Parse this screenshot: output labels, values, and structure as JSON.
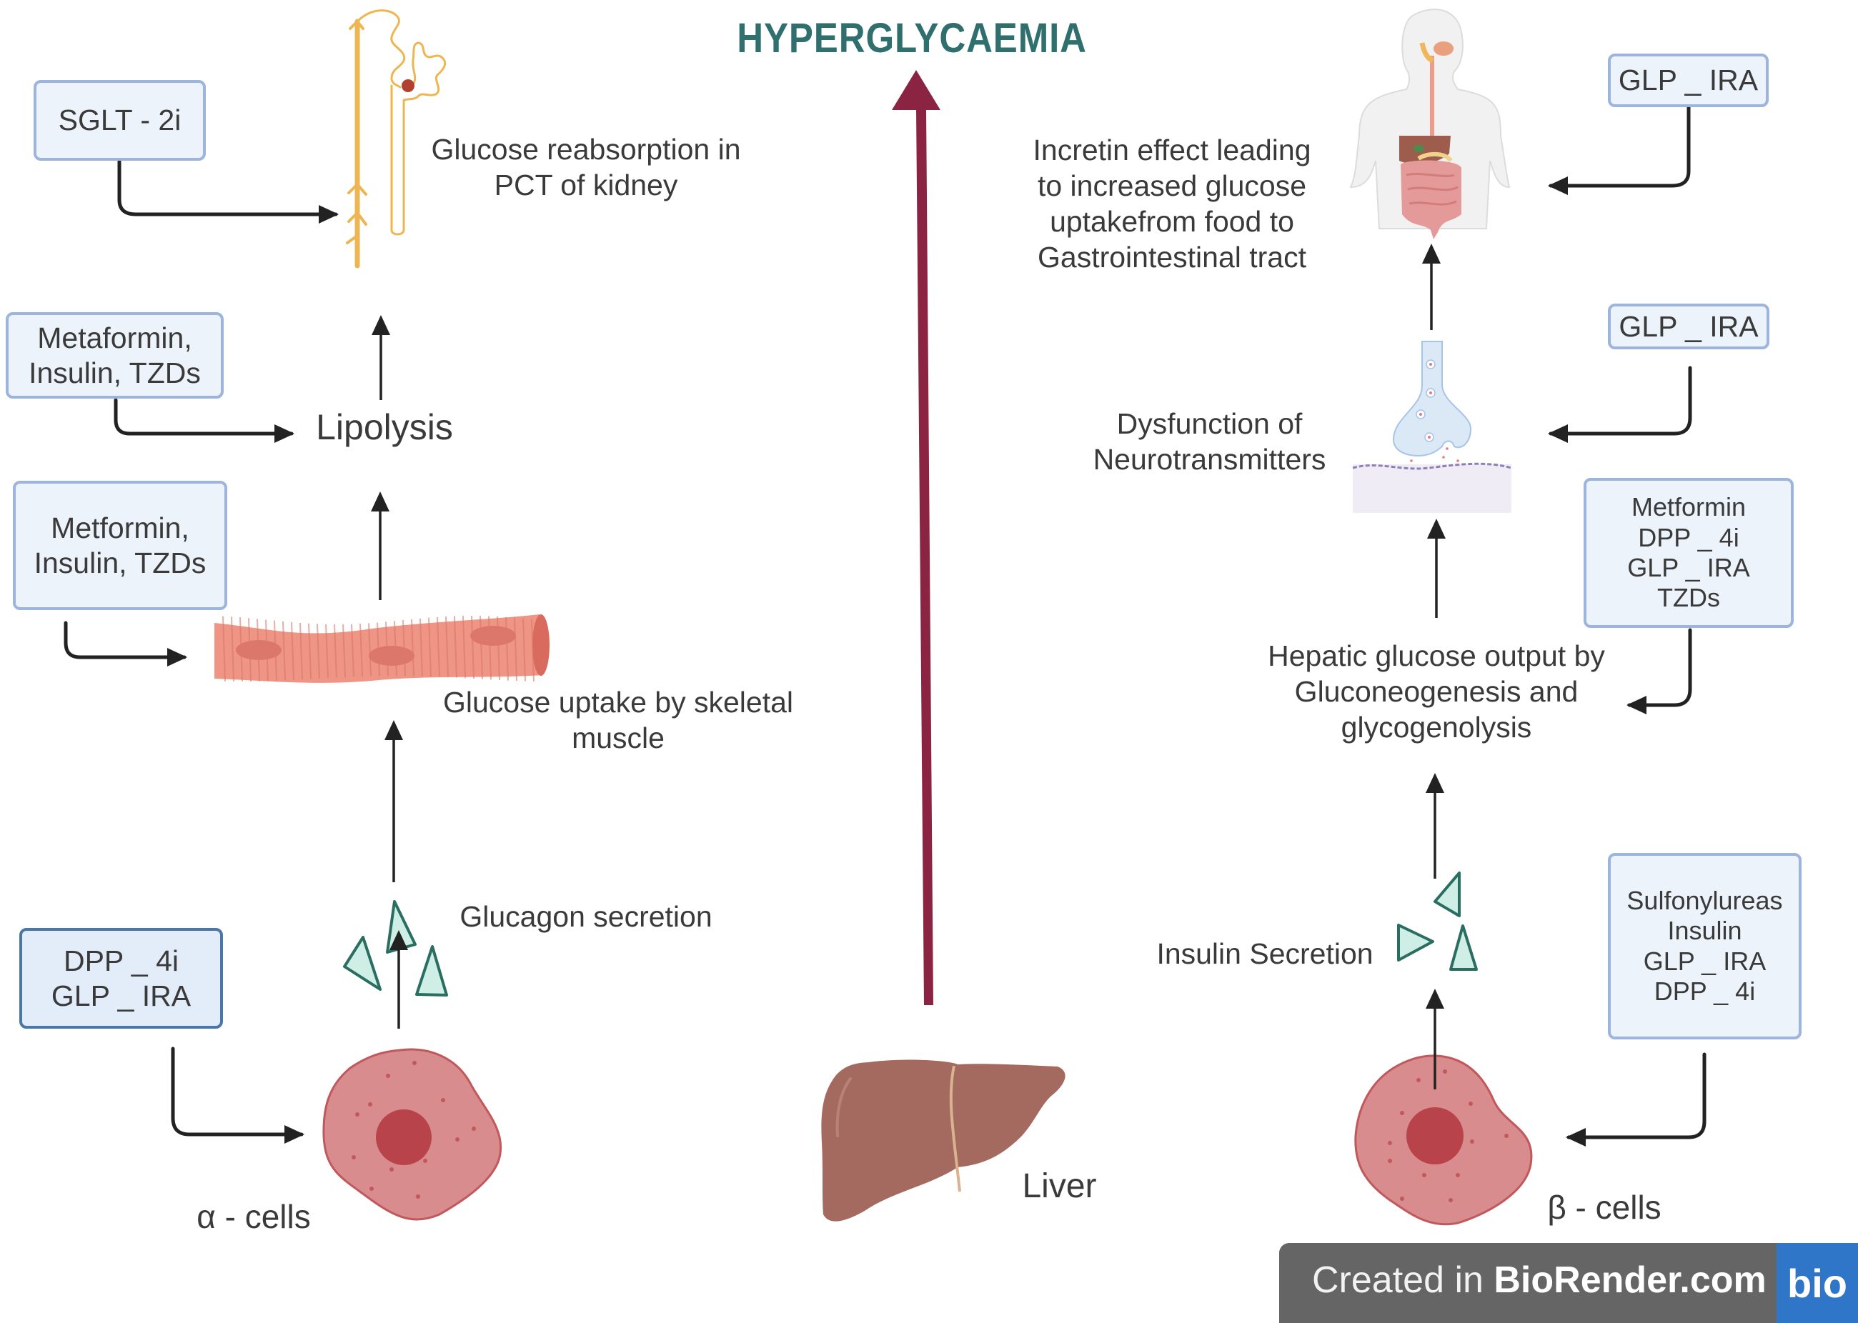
{
  "title": "HYPERGLYCAEMIA",
  "colors": {
    "title": "#2f6f6d",
    "main_arrow": "#8b2342",
    "box_fill": "#edf3fb",
    "box_border": "#9db4dd",
    "cell_fill": "#d9898c",
    "cell_nucleus": "#b8434a",
    "muscle": "#ee9585",
    "liver": "#a46a5f",
    "hormone": "#2a6e62",
    "nephron": "#edb652",
    "banner_bg": "#656565",
    "banner_logo": "#2f75c8"
  },
  "left_column": {
    "kidney": {
      "icon": "kidney-nephron-icon",
      "label": "Glucose reabsorption in\nPCT of kidney",
      "drug_box": [
        "SGLT - 2i"
      ]
    },
    "lipolysis": {
      "label": "Lipolysis",
      "drug_box": [
        "Metaformin,",
        "Insulin, TZDs"
      ]
    },
    "muscle": {
      "icon": "skeletal-muscle-fiber-icon",
      "label": "Glucose uptake by skeletal\nmuscle",
      "drug_box": [
        "Metformin,",
        "Insulin, TZDs"
      ]
    },
    "glucagon": {
      "icon": "glucagon-molecules-icon",
      "label": "Glucagon secretion"
    },
    "alpha_cells": {
      "icon": "alpha-cell-icon",
      "label": "α - cells",
      "drug_box": [
        "DPP _ 4i",
        "GLP _ IRA"
      ]
    }
  },
  "center": {
    "arrow": "upward-arrow-icon",
    "liver": {
      "icon": "liver-icon",
      "label": "Liver"
    }
  },
  "right_column": {
    "gi_tract": {
      "icon": "digestive-system-icon",
      "label": "Incretin effect leading\nto increased glucose\nuptakefrom food to\nGastrointestinal tract",
      "drug_box": [
        "GLP _ IRA"
      ]
    },
    "neurotransmitters": {
      "icon": "synapse-icon",
      "label": "Dysfunction of\nNeurotransmitters",
      "drug_box": [
        "GLP _ IRA"
      ]
    },
    "hepatic": {
      "label": "Hepatic glucose output by\nGluconeogenesis and\nglycogenolysis",
      "drug_box": [
        "Metformin",
        "DPP _ 4i",
        "GLP _ IRA",
        "TZDs"
      ]
    },
    "insulin": {
      "icon": "insulin-molecules-icon",
      "label": "Insulin Secretion"
    },
    "beta_cells": {
      "icon": "beta-cell-icon",
      "label": "β - cells",
      "drug_box": [
        "Sulfonylureas",
        "Insulin",
        "GLP _ IRA",
        "DPP _ 4i"
      ]
    }
  },
  "watermark": {
    "prefix": "Created in ",
    "brand": "BioRender.com",
    "logo": "bio"
  }
}
